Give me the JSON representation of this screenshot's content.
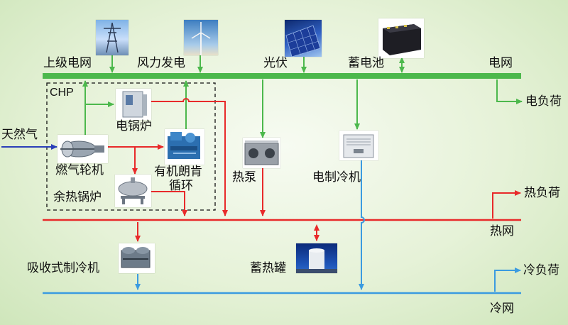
{
  "labels": {
    "upper_grid": "上级电网",
    "wind": "风力发电",
    "pv": "光伏",
    "battery": "蓄电池",
    "grid": "电网",
    "elec_load": "电负荷",
    "chp": "CHP",
    "e_boiler": "电锅炉",
    "natural_gas": "天然气",
    "gas_turbine": "燃气轮机",
    "orc_line1": "有机朗肯",
    "orc_line2": "循环",
    "waste_heat_boiler": "余热锅炉",
    "heat_pump": "热泵",
    "e_chiller": "电制冷机",
    "heat_load": "热负荷",
    "heat_net": "热网",
    "abs_chiller": "吸收式制冷机",
    "heat_tank": "蓄热罐",
    "cold_load": "冷负荷",
    "cold_net": "冷网"
  },
  "colors": {
    "electric": "#4cb84c",
    "heat": "#e82a2a",
    "cold": "#3b9be0",
    "gas": "#2a3fb8"
  }
}
